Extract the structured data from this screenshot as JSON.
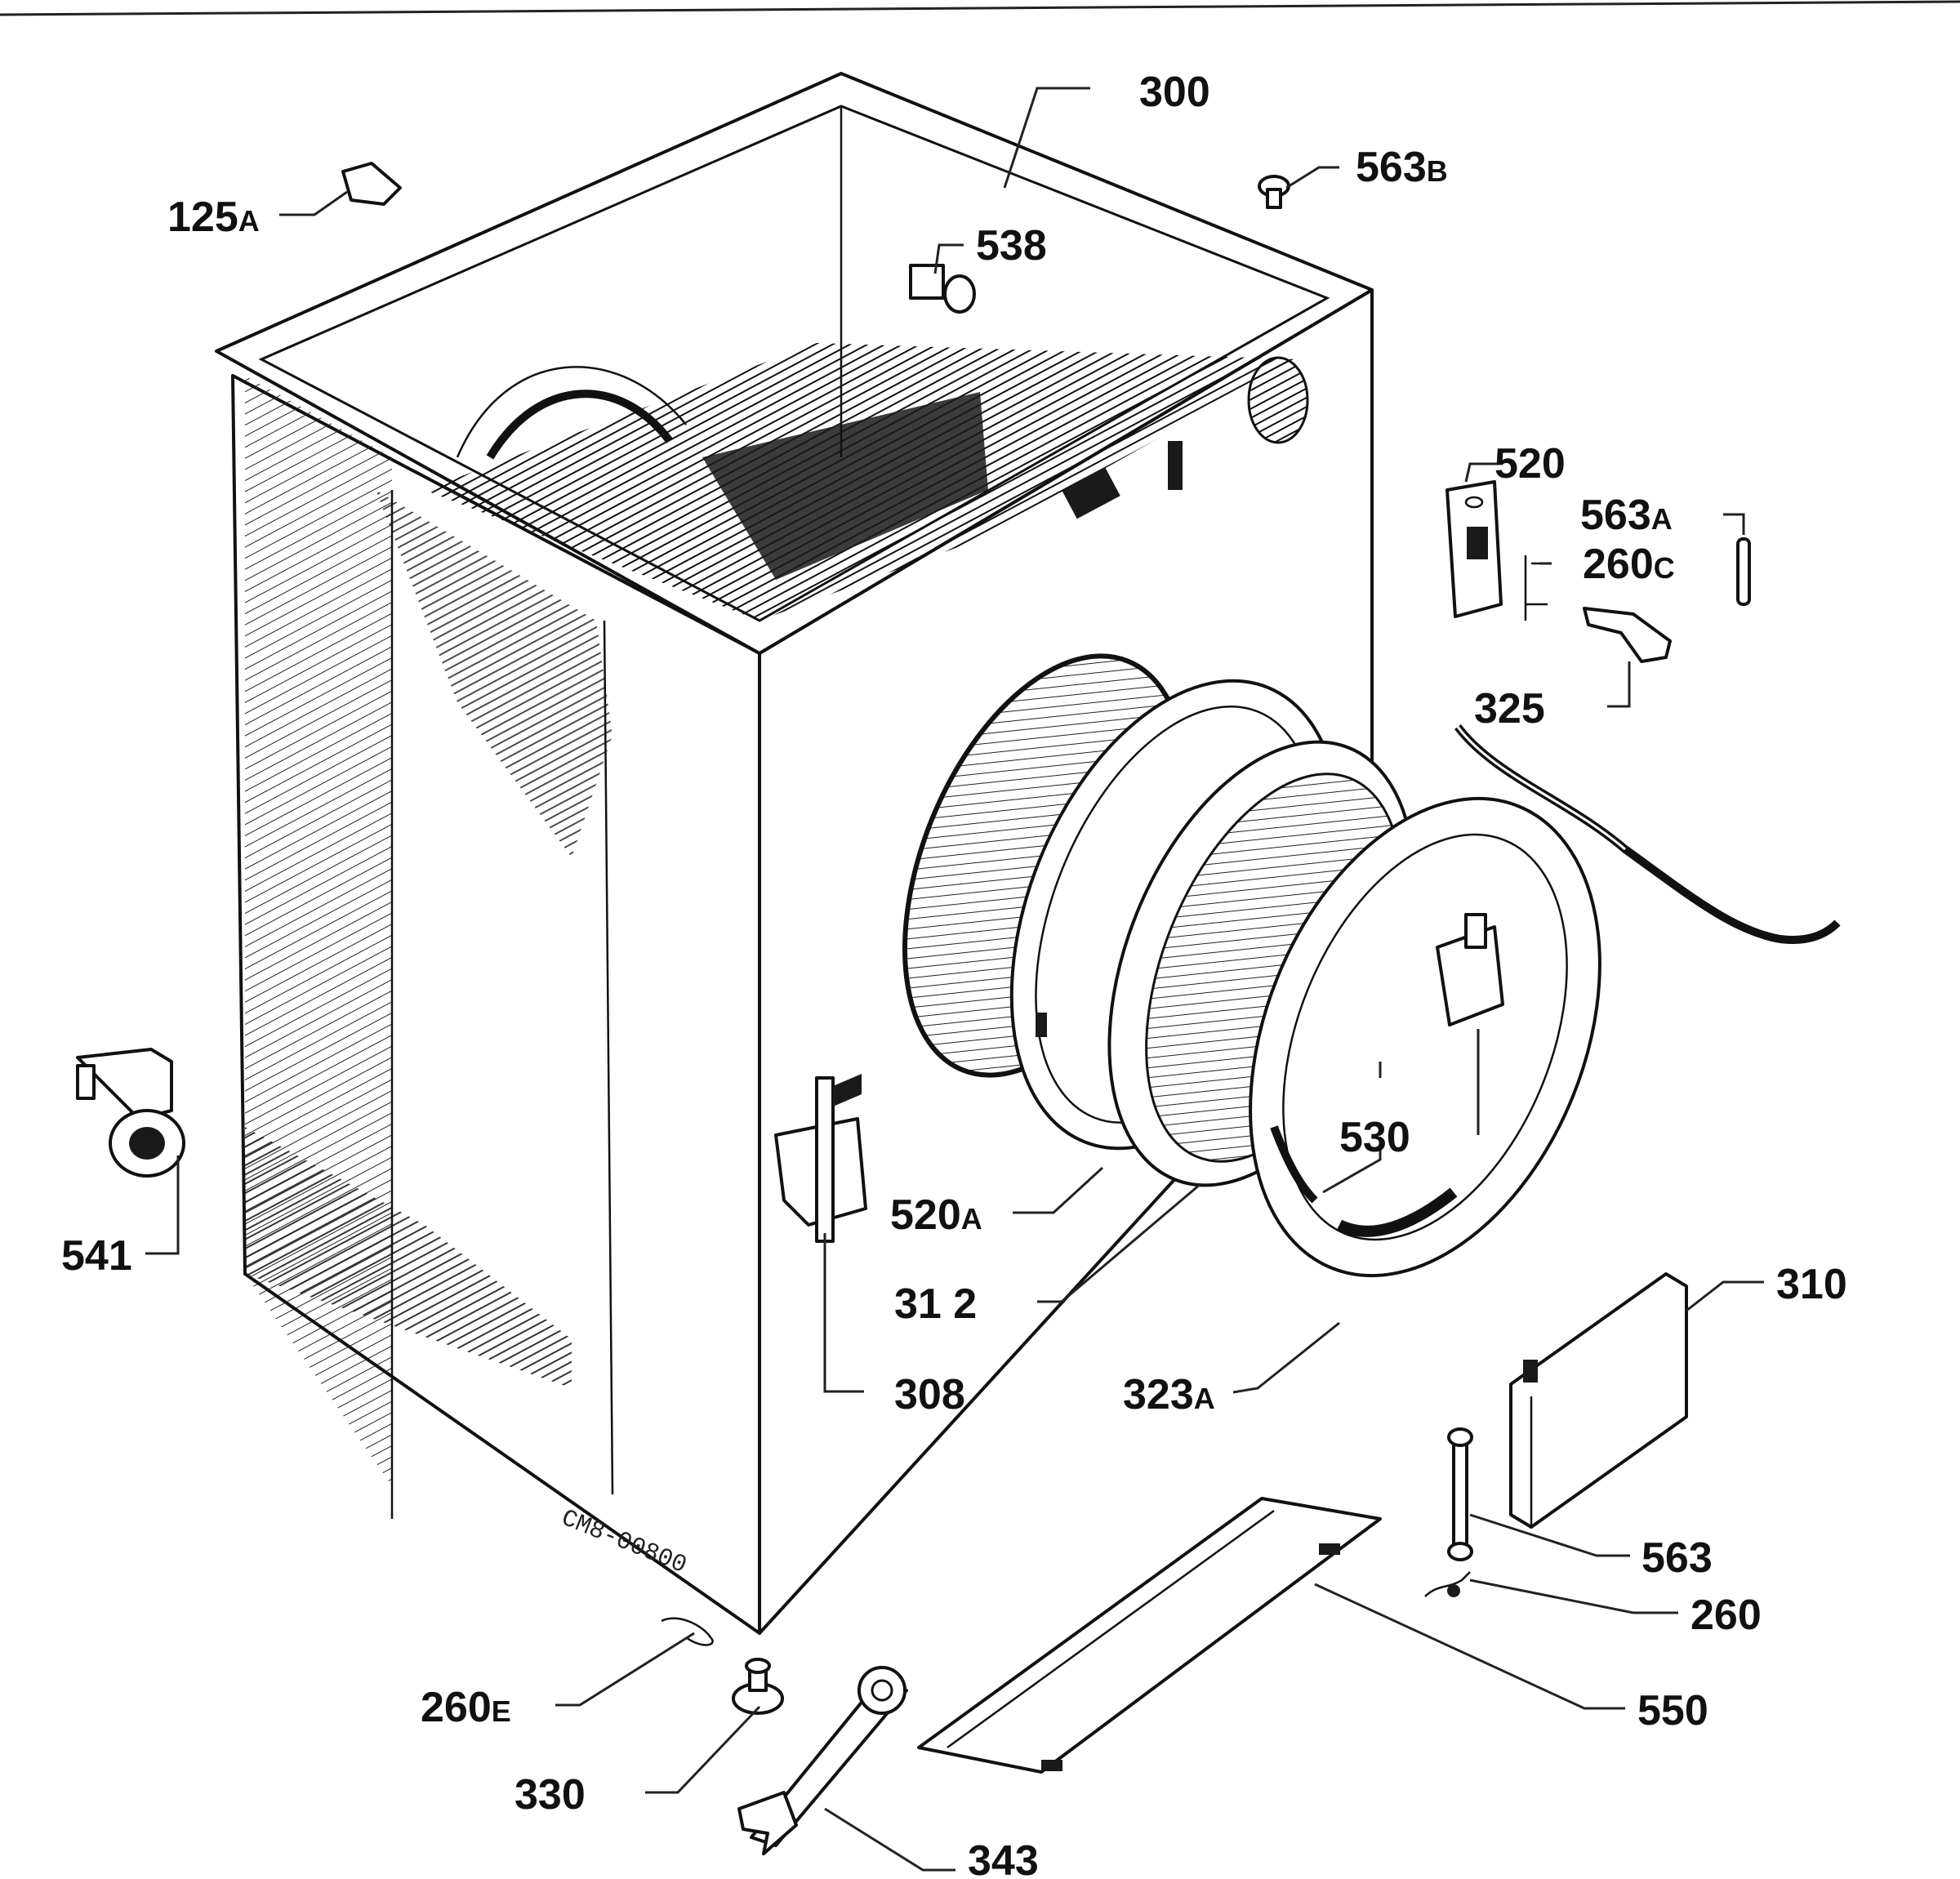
{
  "drawing_code": "CM8-00800",
  "labels": {
    "p300": {
      "num": "300",
      "suffix": ""
    },
    "p563b": {
      "num": "563",
      "suffix": "B"
    },
    "p125a": {
      "num": "125",
      "suffix": "A"
    },
    "p538": {
      "num": "538",
      "suffix": ""
    },
    "p520": {
      "num": "520",
      "suffix": ""
    },
    "p563a": {
      "num": "563",
      "suffix": "A"
    },
    "p260c": {
      "num": "260",
      "suffix": "C"
    },
    "p325": {
      "num": "325",
      "suffix": ""
    },
    "p530": {
      "num": "530",
      "suffix": ""
    },
    "p541": {
      "num": "541",
      "suffix": ""
    },
    "p520a": {
      "num": "520",
      "suffix": "A"
    },
    "p312": {
      "num": "31 2",
      "suffix": ""
    },
    "p310": {
      "num": "310",
      "suffix": ""
    },
    "p308": {
      "num": "308",
      "suffix": ""
    },
    "p323a": {
      "num": "323",
      "suffix": "A"
    },
    "p563": {
      "num": "563",
      "suffix": ""
    },
    "p260": {
      "num": "260",
      "suffix": ""
    },
    "p260e": {
      "num": "260",
      "suffix": "E"
    },
    "p550": {
      "num": "550",
      "suffix": ""
    },
    "p330": {
      "num": "330",
      "suffix": ""
    },
    "p343": {
      "num": "343",
      "suffix": ""
    }
  }
}
